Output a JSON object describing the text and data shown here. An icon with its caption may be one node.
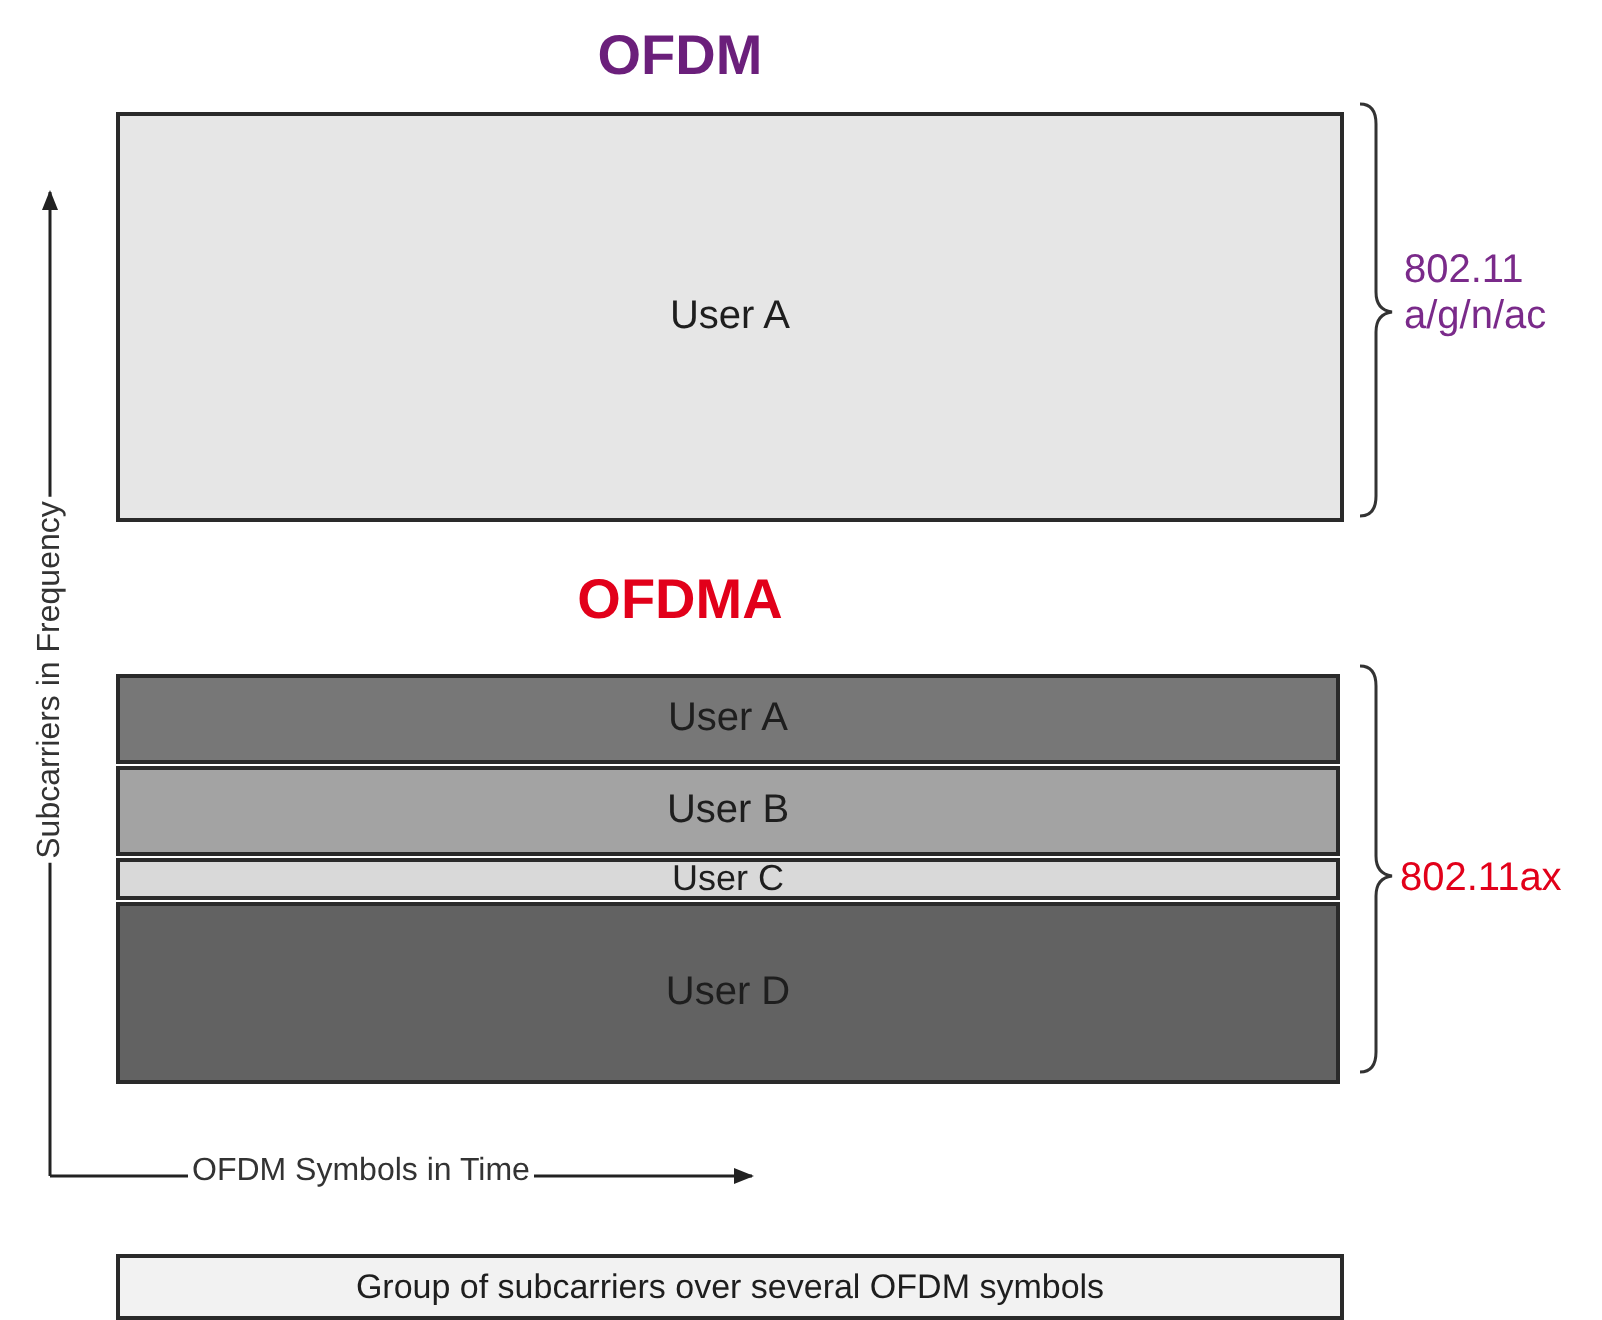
{
  "diagram": {
    "nodes": [
      {
        "text": [
          "User A"
        ]
      },
      {
        "text": [
          "User A"
        ]
      },
      {
        "text": [
          "User B"
        ]
      },
      {
        "text": [
          "User C"
        ]
      },
      {
        "text": [
          "User D"
        ]
      },
      {
        "text": [
          "Group of subcarriers over several OFDM symbols"
        ]
      }
    ],
    "labels": [
      "OFDM",
      "802.11 a/g/n/ac",
      "OFDMA",
      "802.11ax",
      "Subcarriers in Frequency",
      "OFDM Symbols in Time"
    ]
  }
}
